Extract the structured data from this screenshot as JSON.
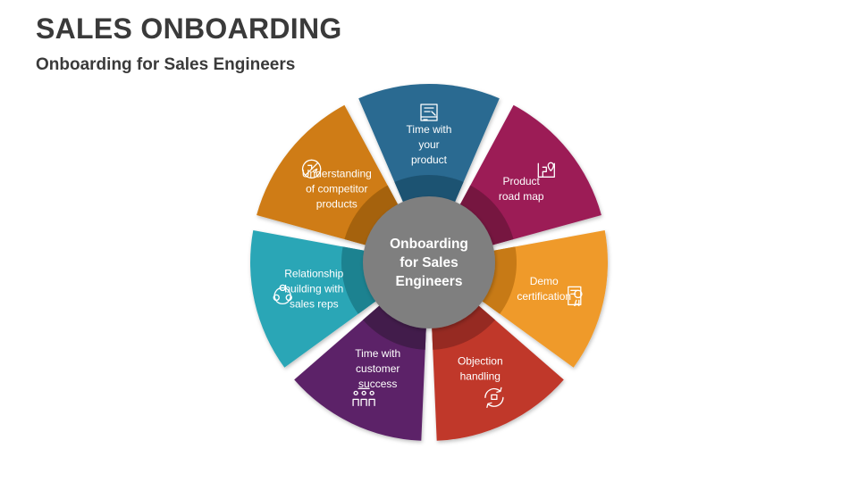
{
  "title": "SALES ONBOARDING",
  "subtitle": "Onboarding for Sales Engineers",
  "center": {
    "lines": [
      "Onboarding",
      "for Sales",
      "Engineers"
    ],
    "color": "#7f7f7f"
  },
  "segments": [
    {
      "lines": [
        "Time with",
        "your",
        "product"
      ],
      "color": "#2a6a91",
      "shade": "#1f5272",
      "icon": "blueprint-icon"
    },
    {
      "lines": [
        "Product",
        "road map"
      ],
      "color": "#9c1a56",
      "shade": "#761341",
      "icon": "road-map-icon"
    },
    {
      "lines": [
        "Demo",
        "certification"
      ],
      "color": "#ef9a2b",
      "shade": "#c77a17",
      "icon": "certificate-icon"
    },
    {
      "lines": [
        "Objection",
        "handling"
      ],
      "color": "#c0382b",
      "shade": "#962a20",
      "icon": "objection-handling-icon"
    },
    {
      "lines": [
        "Time with",
        "customer",
        "success"
      ],
      "color": "#5c2467",
      "shade": "#431a4b",
      "icon": "team-icon"
    },
    {
      "lines": [
        "Relationship",
        "building with",
        "sales reps"
      ],
      "color": "#2ca6b6",
      "shade": "#1f8290",
      "icon": "relationship-icon"
    },
    {
      "lines": [
        "Understanding",
        "of competitor",
        "products"
      ],
      "color": "#cf7c12",
      "shade": "#a5620c",
      "icon": "competitor-analysis-icon"
    }
  ]
}
